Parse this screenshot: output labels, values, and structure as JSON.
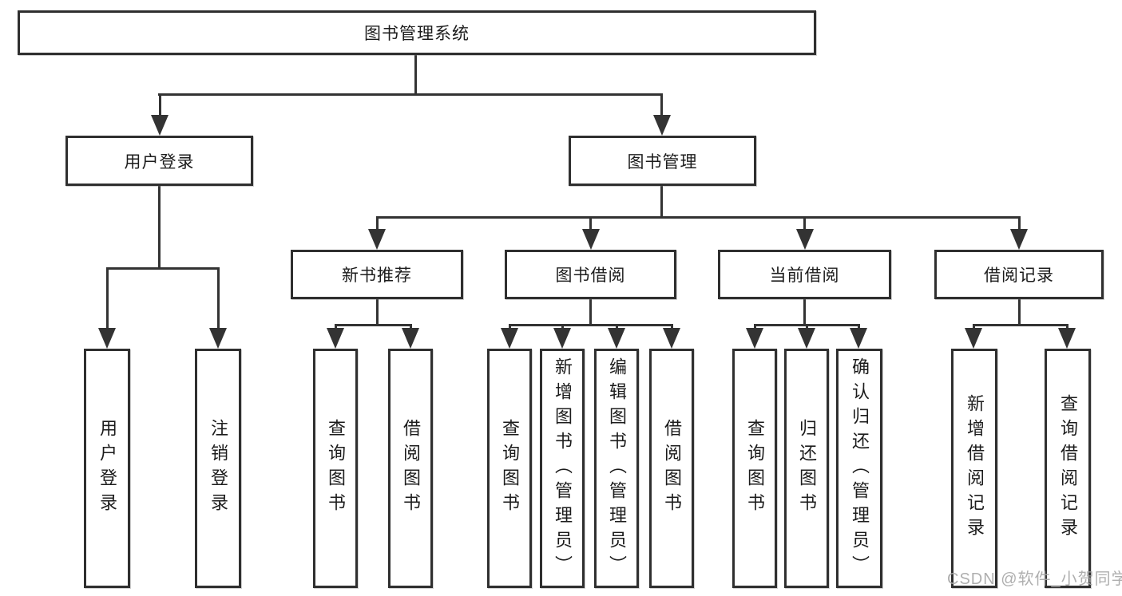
{
  "diagram": {
    "root": {
      "label": "图书管理系统",
      "children": [
        {
          "label": "用户登录",
          "children": [
            {
              "label": "用户登录"
            },
            {
              "label": "注销登录"
            }
          ]
        },
        {
          "label": "图书管理",
          "children": [
            {
              "label": "新书推荐",
              "children": [
                {
                  "label": "查询图书"
                },
                {
                  "label": "借阅图书"
                }
              ]
            },
            {
              "label": "图书借阅",
              "children": [
                {
                  "label": "查询图书"
                },
                {
                  "label": "新增图书（管理员）"
                },
                {
                  "label": "编辑图书（管理员）"
                },
                {
                  "label": "借阅图书"
                }
              ]
            },
            {
              "label": "当前借阅",
              "children": [
                {
                  "label": "查询图书"
                },
                {
                  "label": "归还图书"
                },
                {
                  "label": "确认归还（管理员）"
                }
              ]
            },
            {
              "label": "借阅记录",
              "children": [
                {
                  "label": "新增借阅记录"
                },
                {
                  "label": "查询借阅记录"
                }
              ]
            }
          ]
        }
      ]
    },
    "colors": {
      "line": "#333333",
      "border": "#2f2f2f",
      "text": "#1c1c1c",
      "watermark": "#a8a8a8"
    }
  },
  "watermark": {
    "text": "CSDN @软件_小贺同学"
  }
}
